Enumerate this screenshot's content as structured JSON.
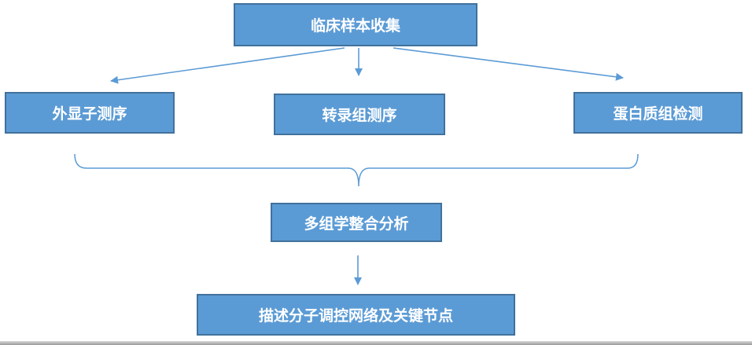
{
  "colors": {
    "box_fill": "#5b9bd5",
    "box_border": "#41719c",
    "connector": "#5b9bd5",
    "text": "#ffffff"
  },
  "nodes": {
    "top": "临床样本收集",
    "left": "外显子测序",
    "middle": "转录组测序",
    "right": "蛋白质组检测",
    "integration": "多组学整合分析",
    "bottom": "描述分子调控网络及关键节点"
  }
}
